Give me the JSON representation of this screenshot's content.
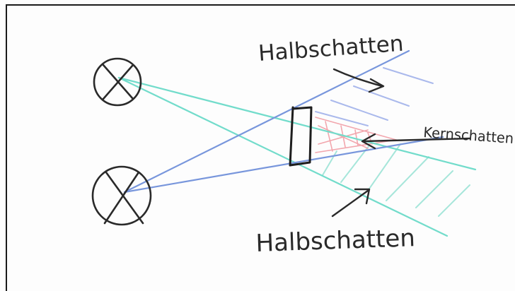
{
  "labels": {
    "top": "Halbschatten",
    "right": "Kernschatten",
    "bottom": "Halbschatten"
  },
  "colors": {
    "ink": "#2a2a2a",
    "light_ray_green": "#6fdccb",
    "light_ray_blue": "#6f8fd8",
    "core_shadow_red": "#f0a0a8",
    "penumbra_hatch_blue": "#9fb6ea",
    "penumbra_hatch_green": "#9fe5d8"
  },
  "icons": [
    "lamp-top-icon",
    "lamp-bottom-icon"
  ]
}
